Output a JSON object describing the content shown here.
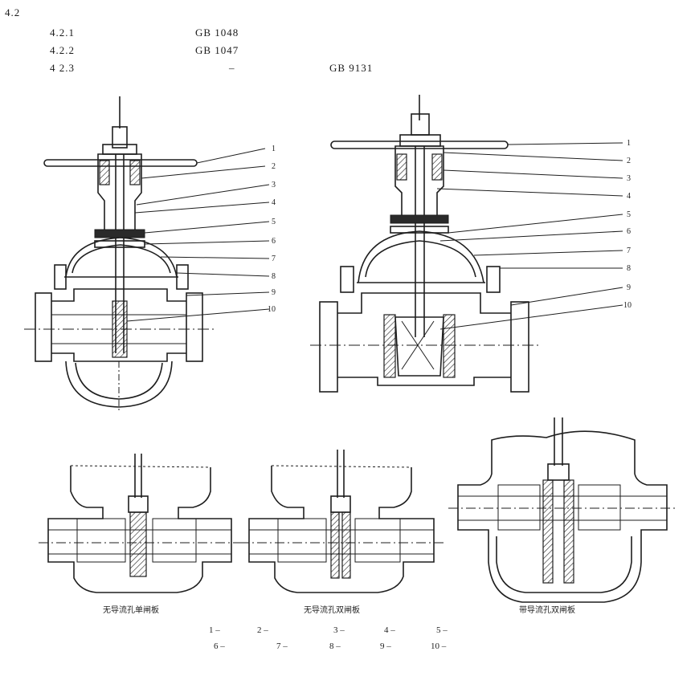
{
  "header": {
    "section": "4.2",
    "items": [
      {
        "num": "4.2.1",
        "dash": "",
        "ref": "GB 1048"
      },
      {
        "num": "4.2.2",
        "dash": "",
        "ref": "GB 1047"
      },
      {
        "num": "4 2.3",
        "dash": "–",
        "ref": "GB 9131"
      }
    ]
  },
  "figures": {
    "left_valve_labels": [
      "1",
      "2",
      "3",
      "4",
      "5",
      "6",
      "7",
      "8",
      "9",
      "10"
    ],
    "right_valve_labels": [
      "1",
      "2",
      "3",
      "4",
      "5",
      "6",
      "7",
      "8",
      "9",
      "10"
    ],
    "captions": [
      "无导流孔单闸板",
      "无导流孔双闸板",
      "带导流孔双闸板"
    ]
  },
  "legend": {
    "row1": [
      "1 –",
      "2 –",
      "3 –",
      "4 –",
      "5 –"
    ],
    "row2": [
      "6 –",
      "7 –",
      "8 –",
      "9 –",
      "10 –"
    ]
  }
}
